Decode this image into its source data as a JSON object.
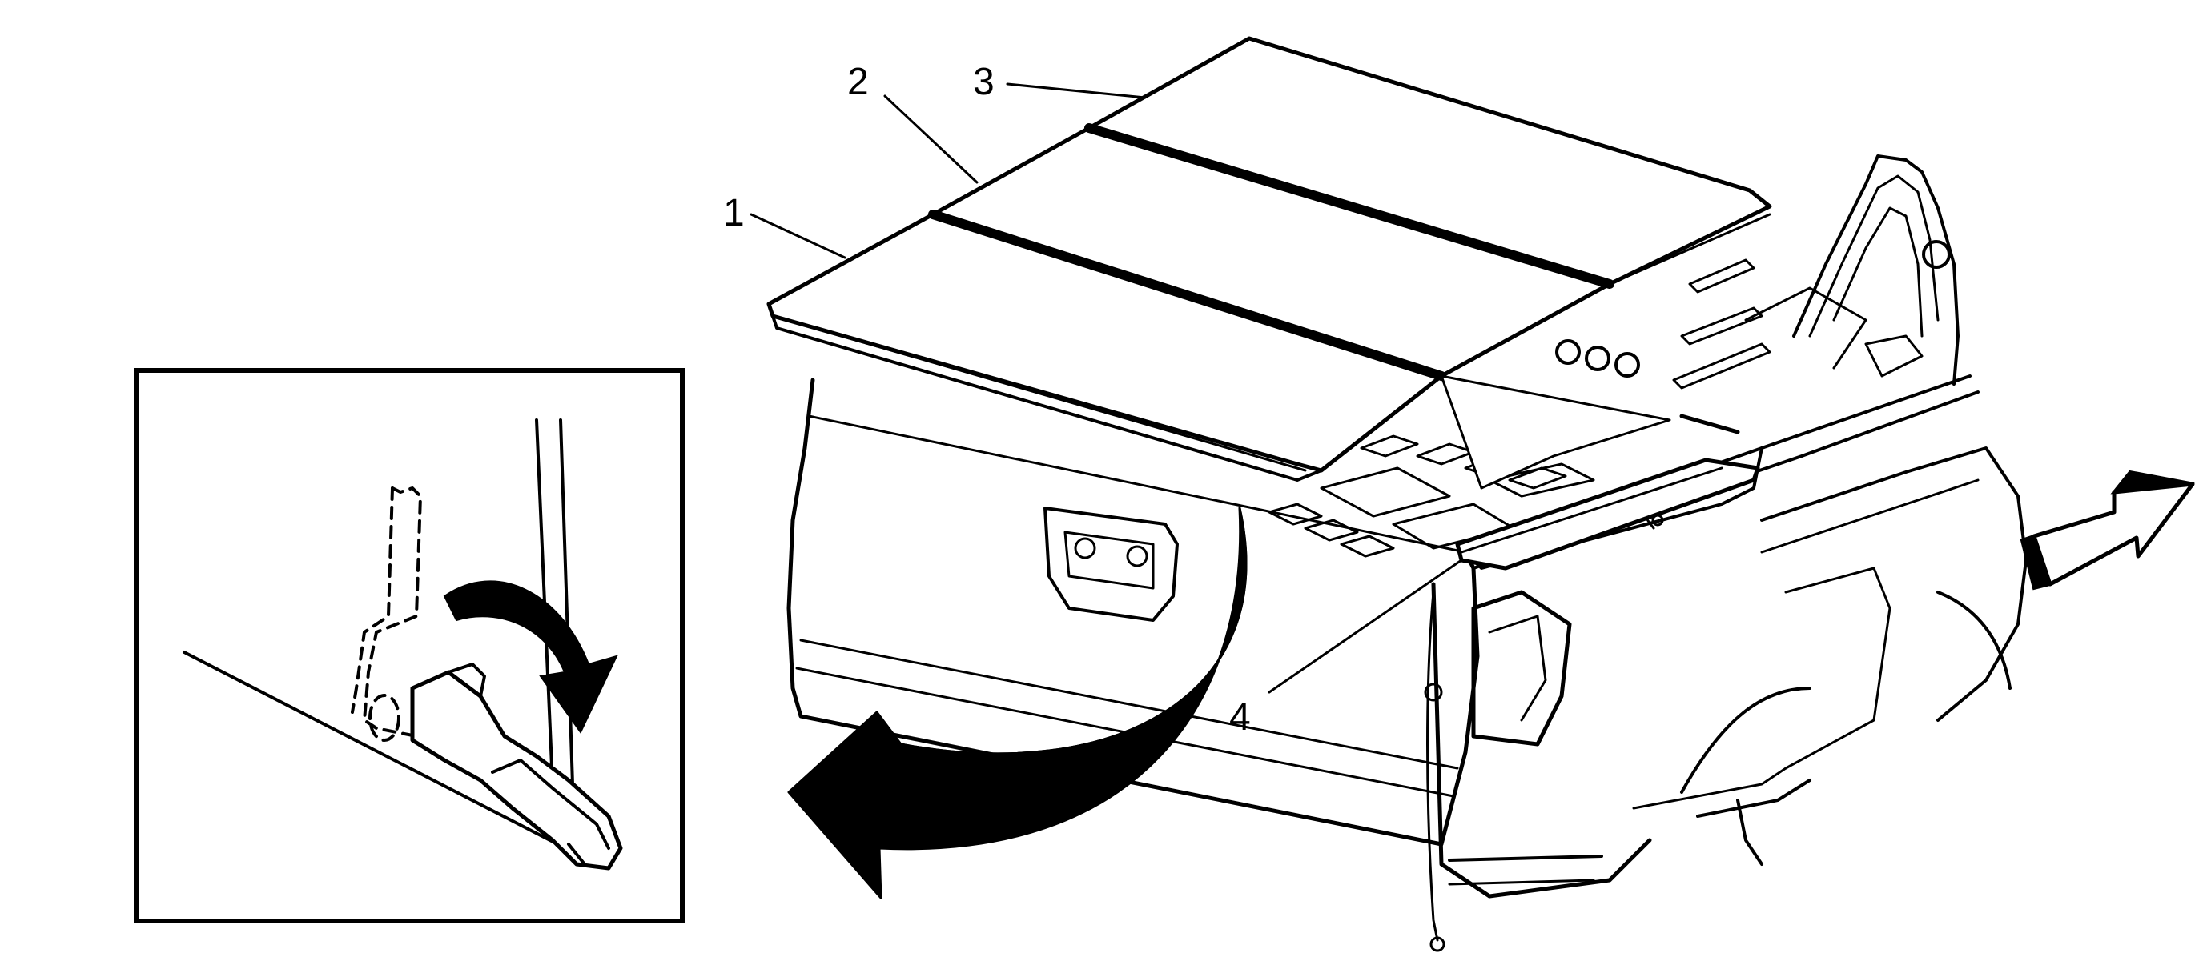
{
  "callouts": [
    {
      "label": "1"
    },
    {
      "label": "2"
    },
    {
      "label": "3"
    },
    {
      "label": "4"
    }
  ],
  "colors": {
    "line": "#000000",
    "background": "#ffffff"
  },
  "icons": [
    "rotate-down-arrow-icon",
    "forward-direction-arrow-icon",
    "latch-detail-rotate-arrow-icon"
  ]
}
